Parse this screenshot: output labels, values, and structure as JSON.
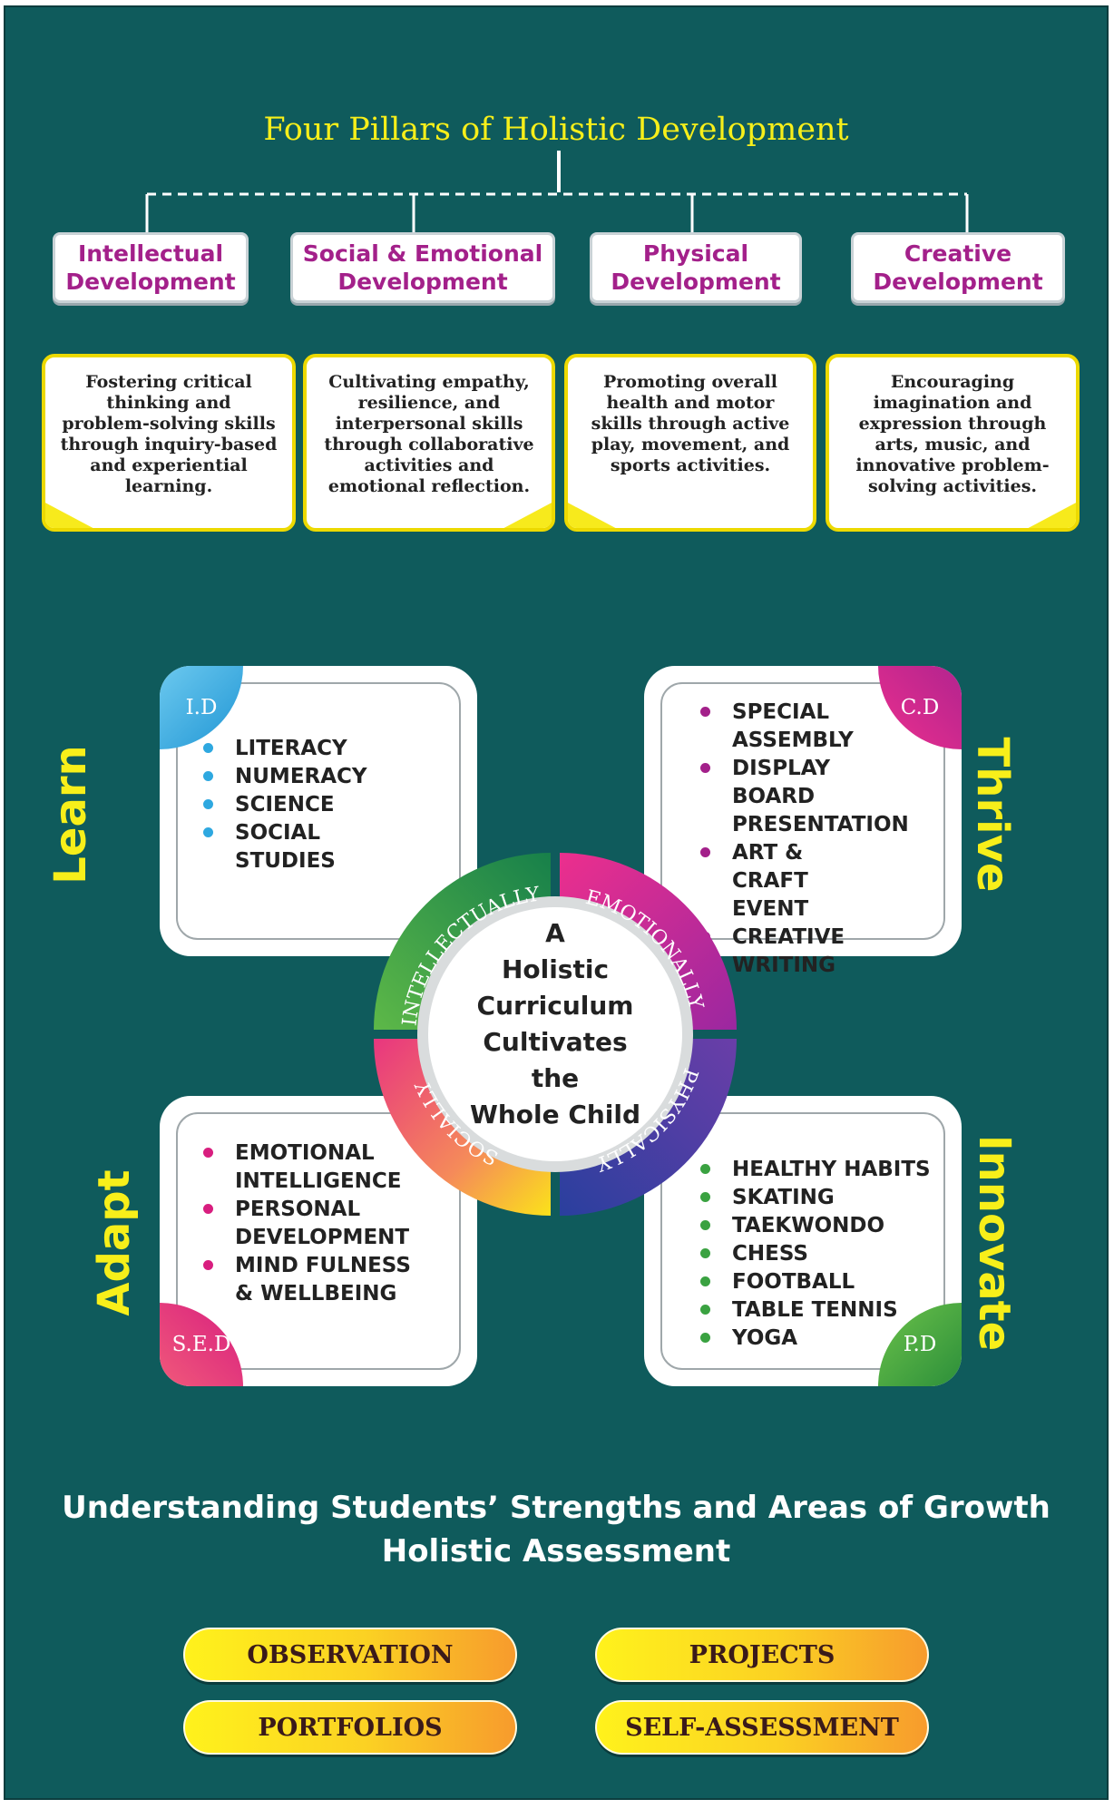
{
  "title": "Four Pillars of Holistic Development",
  "pillars": [
    {
      "l1": "Intellectual",
      "l2": "Development"
    },
    {
      "l1": "Social & Emotional",
      "l2": "Development"
    },
    {
      "l1": "Physical",
      "l2": "Development"
    },
    {
      "l1": "Creative",
      "l2": "Development"
    }
  ],
  "notes": [
    "Fostering critical thinking and problem-solving skills through inquiry-based and experiential learning.",
    "Cultivating empathy, resilience, and interpersonal skills through collaborative activities and emotional reflection.",
    "Promoting overall health and motor skills through active play, movement, and sports activities.",
    "Encouraging imagination and expression through arts, music, and innovative problem-solving activities."
  ],
  "quadrants": {
    "id": {
      "tab": "I.D",
      "side": "Learn",
      "items": [
        "LITERACY",
        "NUMERACY",
        "SCIENCE",
        "SOCIAL STUDIES"
      ]
    },
    "cd": {
      "tab": "C.D",
      "side": "Thrive",
      "items": [
        "SPECIAL ASSEMBLY",
        "DISPLAY BOARD PRESENTATION",
        "ART & CRAFT EVENT",
        "CREATIVE WRITING"
      ]
    },
    "sed": {
      "tab": "S.E.D",
      "side": "Adapt",
      "items": [
        "EMOTIONAL INTELLIGENCE",
        "PERSONAL DEVELOPMENT",
        "MIND FULNESS & WELLBEING"
      ]
    },
    "pd": {
      "tab": "P.D",
      "side": "Innovate",
      "items": [
        "HEALTHY HABITS",
        "SKATING",
        "TAEKWONDO",
        "CHESS",
        "FOOTBALL",
        "TABLE TENNIS",
        "YOGA"
      ]
    }
  },
  "ring": {
    "intellectually": "INTELLECTUALLY",
    "emotionally": "EMOTIONALLY",
    "physically": "PHYSICALLY",
    "socially": "SOCIALLY"
  },
  "center": [
    "A",
    "Holistic",
    "Curriculum",
    "Cultivates",
    "the",
    "Whole Child"
  ],
  "assessment": {
    "line1": "Understanding Students’ Strengths and Areas of Growth",
    "line2": "Holistic Assessment",
    "methods": [
      "OBSERVATION",
      "PROJECTS",
      "PORTFOLIOS",
      "SELF-ASSESSMENT"
    ]
  },
  "colors": {
    "background": "#0f5b5c",
    "title_yellow": "#f7ef1a",
    "pillar_text": "#a3208a",
    "id_blue": "#2ea8e0",
    "cd_magenta": "#d2218e",
    "sed_pink": "#e8367f",
    "pd_green": "#3aa241",
    "physically_indigo": "#3a3d9c"
  }
}
